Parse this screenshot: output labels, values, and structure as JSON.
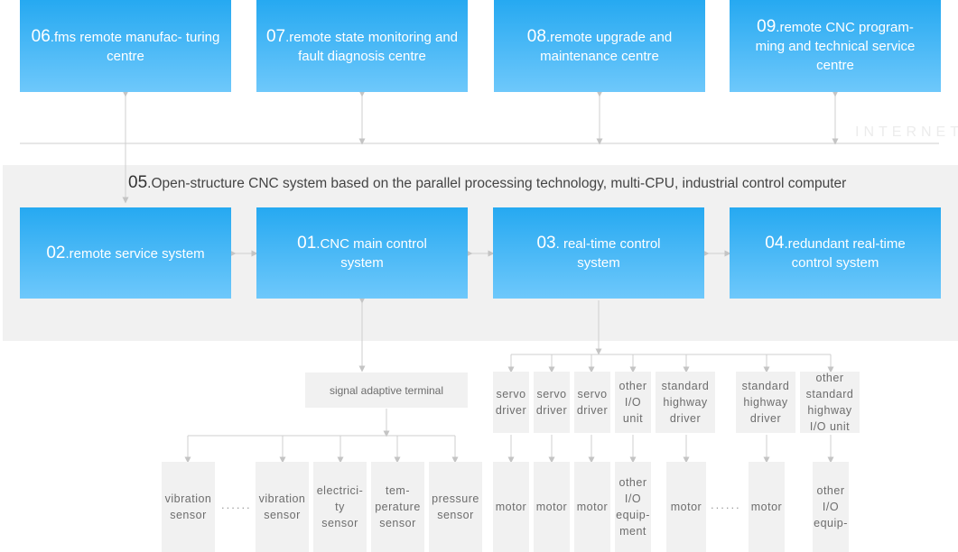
{
  "internet_label": "INTERNET",
  "centres": [
    {
      "num": "06",
      "text": ".fms remote manufac- turing centre"
    },
    {
      "num": "07",
      "text": ".remote state monitoring and fault diagnosis centre"
    },
    {
      "num": "08",
      "text": ".remote upgrade and maintenance centre"
    },
    {
      "num": "09",
      "text": ".remote CNC program- ming and technical service centre"
    }
  ],
  "system": {
    "num": "05",
    "text": ".Open-structure CNC system based on the parallel processing technology, multi-CPU, industrial control computer"
  },
  "modules": [
    {
      "num": "02",
      "text": ".remote service system"
    },
    {
      "num": "01",
      "text": ".CNC main control system"
    },
    {
      "num": "03",
      "text": ". real-time control system"
    },
    {
      "num": "04",
      "text": ".redundant real-time control system"
    }
  ],
  "terminal": "signal adaptive terminal",
  "sensors": [
    "vibration sensor",
    "vibration sensor",
    "electrici- ty sensor",
    "tem- perature sensor",
    "pressure sensor"
  ],
  "drivers": [
    "servo driver",
    "servo driver",
    "servo driver",
    "other I/O unit",
    "standard highway driver",
    "standard highway driver",
    "other standard highway I/O unit"
  ],
  "outputs": [
    "motor",
    "motor",
    "motor",
    "other I/O equip- ment",
    "motor",
    "motor",
    "other I/O equip-"
  ],
  "ellipsis": "......",
  "colors": {
    "box_top": "#26a9f1",
    "box_bottom": "#6ec8fb",
    "band": "#f1f1f1",
    "line": "#c8c8c8"
  }
}
